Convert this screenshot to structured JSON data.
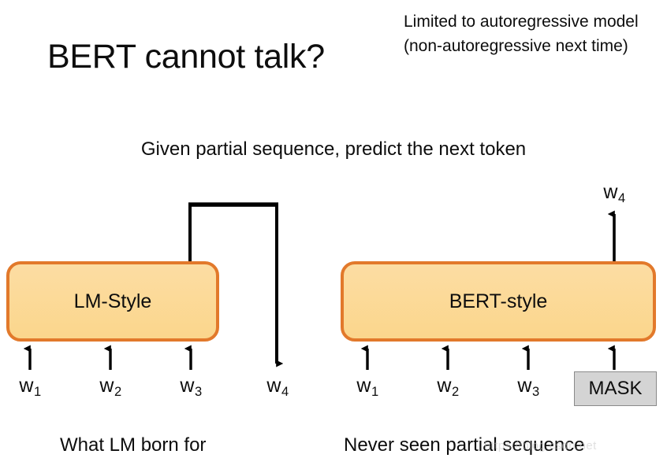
{
  "slide": {
    "title": "BERT cannot talk?",
    "subtitle": "Given partial sequence, predict the next token",
    "annotation": "Limited to autoregressive model (non-autoregressive next time)",
    "watermark": "https://blog.csdn.net",
    "background_color": "#ffffff"
  },
  "theme": {
    "box_fill": "#fbd894",
    "box_border": "#e2792b",
    "mask_fill": "#d4d4d4",
    "mask_border": "#8a8a8a",
    "arrow_color": "#000000",
    "text_color": "#0d0d0d"
  },
  "panels": {
    "left": {
      "box_label": "LM-Style",
      "caption": "What LM born for",
      "inputs": [
        {
          "label": "w",
          "index": "1",
          "direction": "in"
        },
        {
          "label": "w",
          "index": "2",
          "direction": "in"
        },
        {
          "label": "w",
          "index": "3",
          "direction": "in"
        },
        {
          "label": "w",
          "index": "4",
          "direction": "out"
        }
      ]
    },
    "right": {
      "box_label": "BERT-style",
      "caption": "Never seen partial sequence",
      "output_label": "w",
      "output_index": "4",
      "mask_label": "MASK",
      "inputs": [
        {
          "label": "w",
          "index": "1",
          "direction": "in"
        },
        {
          "label": "w",
          "index": "2",
          "direction": "in"
        },
        {
          "label": "w",
          "index": "3",
          "direction": "in"
        },
        {
          "label": "MASK",
          "index": "",
          "direction": "in"
        }
      ]
    }
  }
}
